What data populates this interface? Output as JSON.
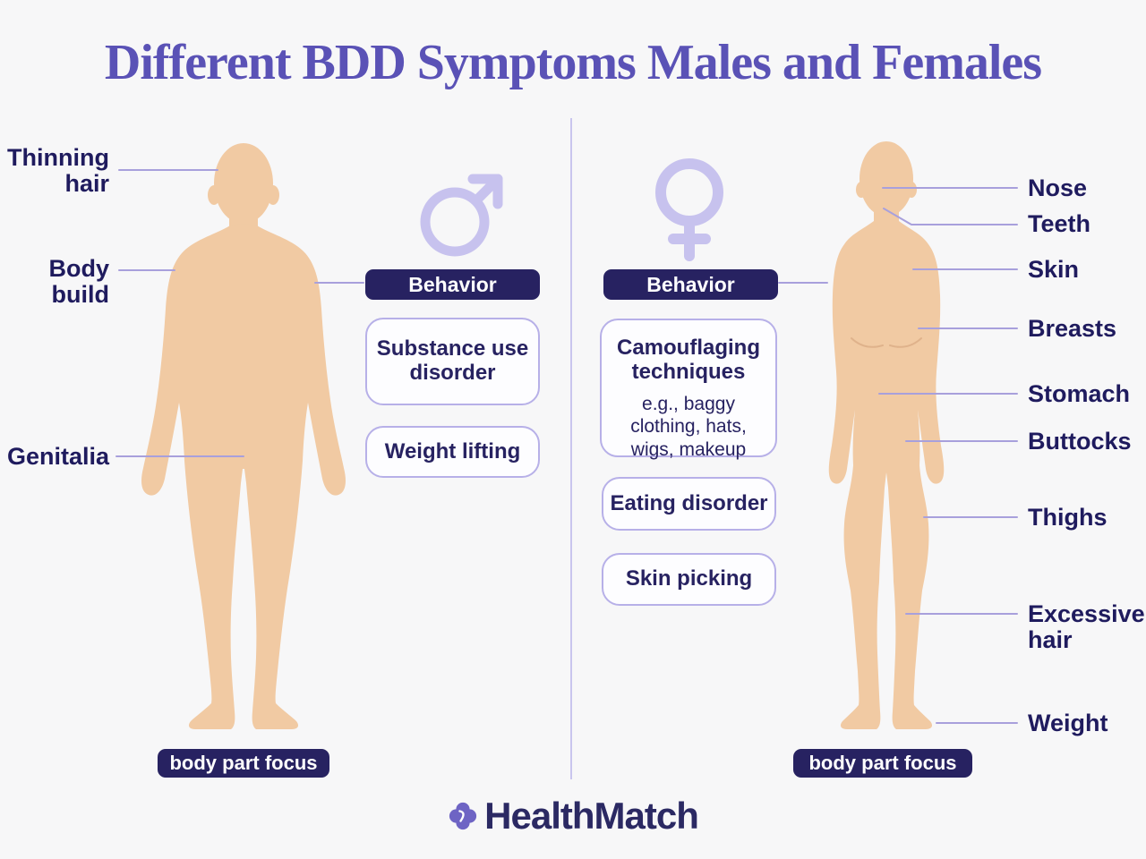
{
  "title": "Different BDD Symptoms Males and Females",
  "male": {
    "body_labels": [
      "Thinning hair",
      "Body build",
      "Genitalia"
    ],
    "behavior_label": "Behavior",
    "behaviors": [
      "Substance use disorder",
      "Weight lifting"
    ],
    "focus_label": "body part focus"
  },
  "female": {
    "behavior_label": "Behavior",
    "behaviors": [
      {
        "title": "Camouflaging techniques",
        "detail": "e.g., baggy clothing, hats, wigs, makeup"
      },
      {
        "title": "Eating disorder"
      },
      {
        "title": "Skin picking"
      }
    ],
    "body_labels": [
      "Nose",
      "Teeth",
      "Skin",
      "Breasts",
      "Stomach",
      "Buttocks",
      "Thighs",
      "Excessive hair",
      "Weight"
    ],
    "focus_label": "body part focus"
  },
  "footer": {
    "brand": "HealthMatch"
  },
  "icons": {
    "male": "male-symbol",
    "female": "female-symbol",
    "logo": "healthmatch-clover"
  },
  "colors": {
    "background": "#f7f7f8",
    "title": "#5a52b6",
    "navy": "#272261",
    "label": "#1f1b5e",
    "skin": "#f1caa3",
    "skin_shadow": "#dfb28b",
    "symbol": "#c7c2ee",
    "line": "#a8a0dc",
    "box_border": "#b7b0e8",
    "box_bg": "#fdfdff",
    "badge_text": "#ffffff",
    "divider": "#c9c5ee",
    "logo": "#6e64c4",
    "brand": "#2b2963"
  }
}
